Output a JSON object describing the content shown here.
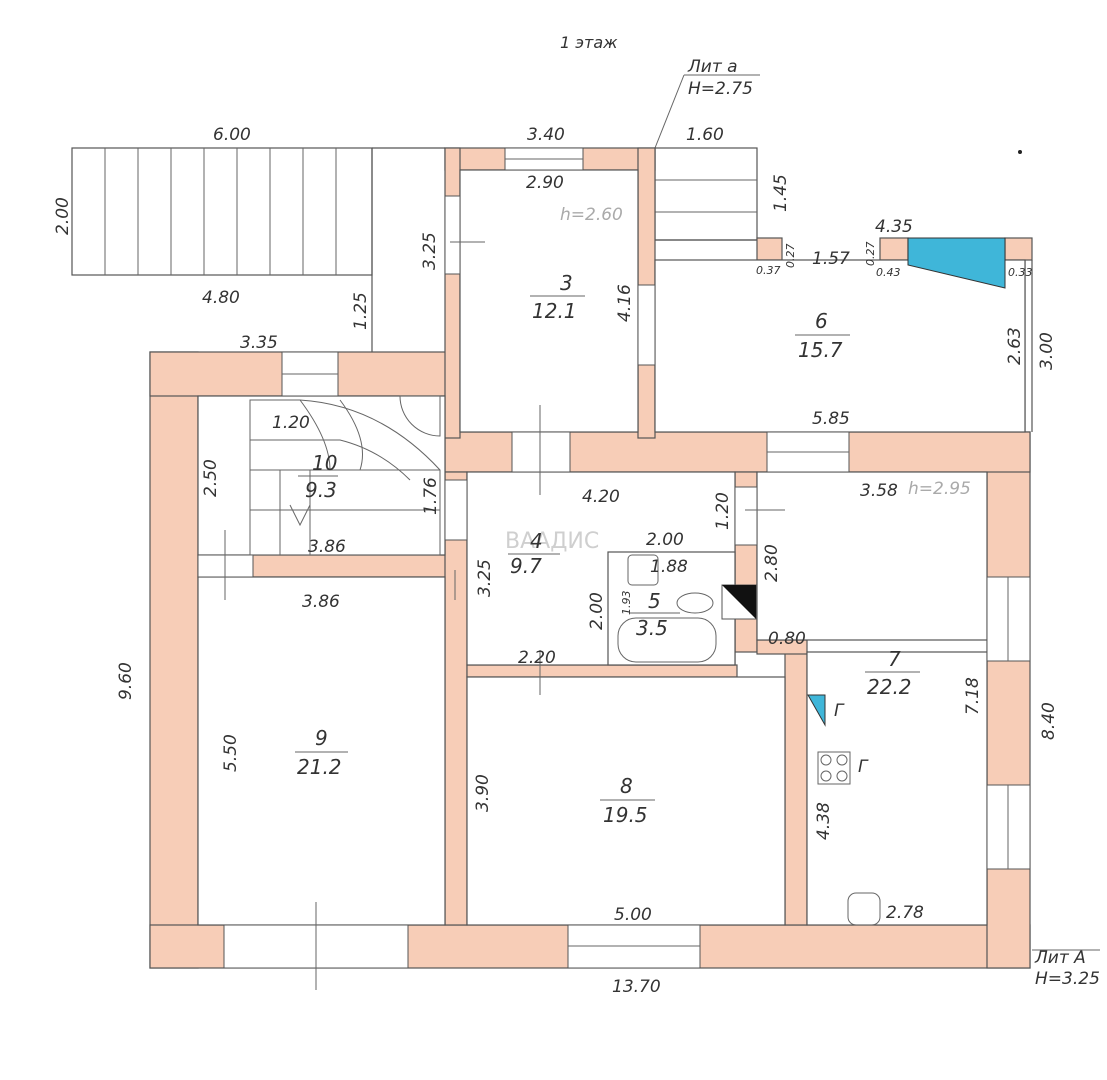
{
  "title": "1 этаж",
  "lit_a_small": {
    "label": "Лит а",
    "height": "H=2.75"
  },
  "lit_a_main": {
    "label": "Лит А",
    "height": "H=3.25"
  },
  "watermark": "ВААДИС",
  "rooms": [
    {
      "num": "3",
      "area": "12.1"
    },
    {
      "num": "4",
      "area": "9.7"
    },
    {
      "num": "5",
      "area": "3.5"
    },
    {
      "num": "6",
      "area": "15.7"
    },
    {
      "num": "7",
      "area": "22.2"
    },
    {
      "num": "8",
      "area": "19.5"
    },
    {
      "num": "9",
      "area": "21.2"
    },
    {
      "num": "10",
      "area": "9.3"
    }
  ],
  "heights": {
    "room3": "h=2.60",
    "room7": "h=2.95"
  },
  "dimensions": {
    "d600": "6.00",
    "d340": "3.40",
    "d160": "1.60",
    "d200": "2.00",
    "d290": "2.90",
    "d145": "1.45",
    "d435": "4.35",
    "d157": "1.57",
    "d037": "0.37",
    "d027a": "0.27",
    "d027b": "0.27",
    "d043": "0.43",
    "d033": "0.33",
    "d480": "4.80",
    "d125": "1.25",
    "d325a": "3.25",
    "d416": "4.16",
    "d263": "2.63",
    "d300": "3.00",
    "d335": "3.35",
    "d585": "5.85",
    "d250": "2.50",
    "d176": "1.76",
    "d420": "4.20",
    "d120": "1.20",
    "d358": "3.58",
    "d386a": "3.86",
    "d386b": "3.86",
    "d325b": "3.25",
    "d200b": "2.00",
    "d188": "1.88",
    "d193": "1.93",
    "d280": "2.80",
    "d200c": "2.00",
    "d080": "0.80",
    "d960": "9.60",
    "d220": "2.20",
    "d550": "5.50",
    "d390": "3.90",
    "d718": "7.18",
    "d840": "8.40",
    "d438": "4.38",
    "d500": "5.00",
    "d278": "2.78",
    "d1370": "13.70",
    "d120s": "1.20"
  },
  "gas_mark": "Г"
}
